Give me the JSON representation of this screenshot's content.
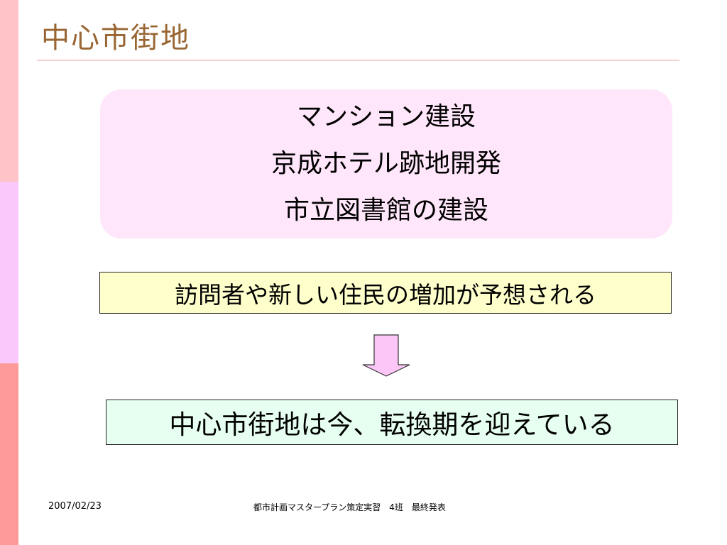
{
  "colors": {
    "bar_top": "#ffc3c8",
    "bar_middle": "#fac8fa",
    "bar_bottom": "#ff9a9a",
    "title_text": "#996633",
    "title_rule": "#f4d2d0",
    "points_box_fill": "#ffe6fa",
    "expect_box_fill": "#ffffcc",
    "arrow_fill": "#fcc6f6",
    "conclusion_box_fill": "#e6fff0"
  },
  "slide": {
    "title": "中心市街地",
    "points": [
      "マンション建設",
      "京成ホテル跡地開発",
      "市立図書館の建設"
    ],
    "expectation": "訪問者や新しい住民の増加が予想される",
    "arrow_icon": "down-arrow-icon",
    "conclusion": "中心市街地は今、転換期を迎えている"
  },
  "footer": {
    "date": "2007/02/23",
    "text": "都市計画マスタープラン策定実習　4班　最終発表"
  }
}
